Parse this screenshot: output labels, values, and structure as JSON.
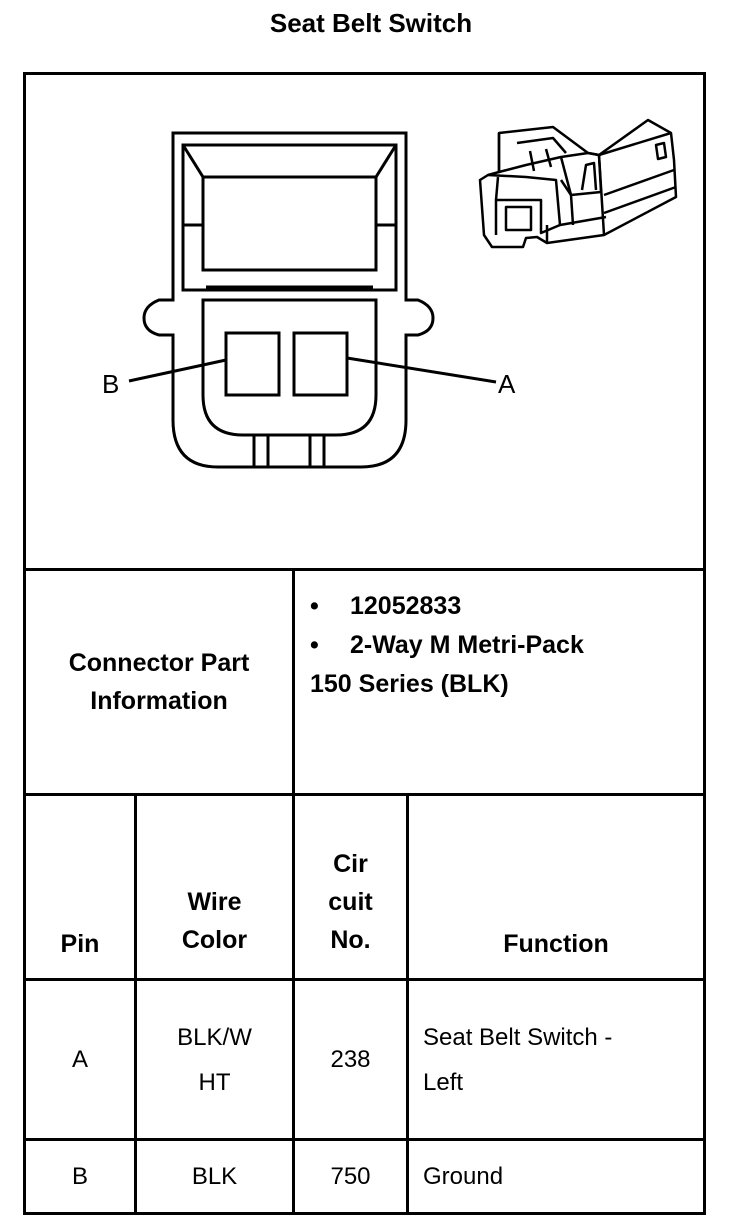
{
  "title": "Seat Belt Switch",
  "diagram": {
    "pin_labels": [
      "B",
      "A"
    ]
  },
  "connector_info": {
    "label_line1": "Connector Part",
    "label_line2": "Information",
    "part_number": "12052833",
    "description_line1": "2-Way M Metri-Pack",
    "description_line2": "150 Series (BLK)",
    "bullet": "•"
  },
  "table": {
    "headers": {
      "pin": "Pin",
      "wire_color_1": "Wire",
      "wire_color_2": "Color",
      "circuit_1": "Cir",
      "circuit_2": "cuit",
      "circuit_3": "No.",
      "function": "Function"
    },
    "rows": [
      {
        "pin": "A",
        "wire_1": "BLK/W",
        "wire_2": "HT",
        "circuit": "238",
        "function_1": "Seat Belt Switch -",
        "function_2": "Left"
      },
      {
        "pin": "B",
        "wire_1": "BLK",
        "wire_2": "",
        "circuit": "750",
        "function_1": "Ground",
        "function_2": ""
      }
    ]
  }
}
